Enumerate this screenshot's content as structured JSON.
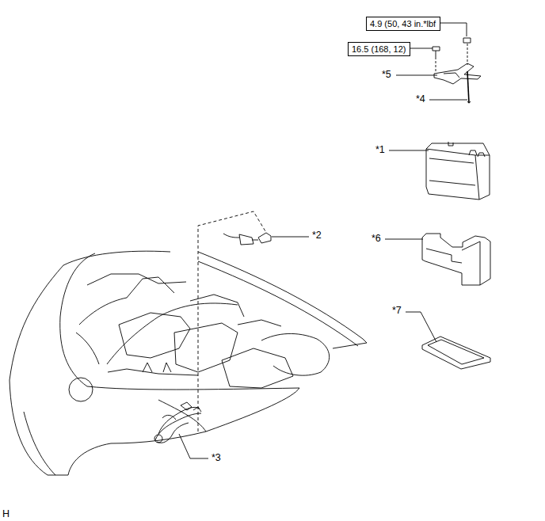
{
  "diagram": {
    "nodes": [
      {
        "text": [
          "4.9 (50, 43 in.*lbf"
        ]
      },
      {
        "text": [
          "16.5 (168, 12)"
        ]
      }
    ],
    "labels": [
      "*5",
      "*4",
      "*1",
      "*2",
      "*6",
      "*7",
      "*3",
      "H"
    ]
  }
}
